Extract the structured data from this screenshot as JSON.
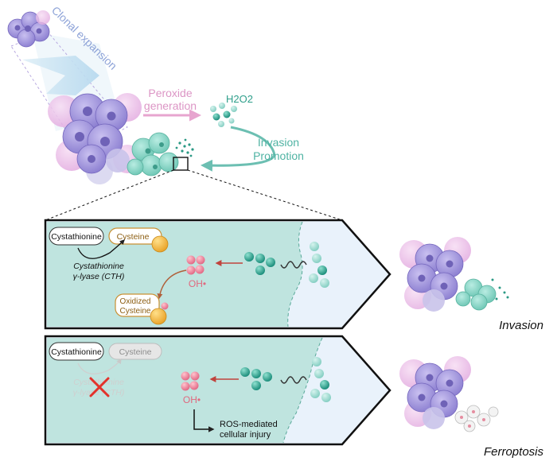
{
  "labels": {
    "clonal_expansion": "Clonal expansion",
    "peroxide_line1": "Peroxide",
    "peroxide_line2": "generation",
    "h2o2": "H2O2",
    "invasion_line1": "Invasion",
    "invasion_line2": "Promotion",
    "invasion": "Invasion",
    "ferroptosis": "Ferroptosis"
  },
  "panel_top": {
    "cystathionine": "Cystathionine",
    "cysteine": "Cysteine",
    "enzyme_line1": "Cystathionine",
    "enzyme_line2": "γ-lyase (CTH)",
    "oh": "OH•",
    "oxidized_line1": "Oxidized",
    "oxidized_line2": "Cysteine"
  },
  "panel_bottom": {
    "cystathionine": "Cystathionine",
    "cysteine": "Cysteine",
    "enzyme_line1": "Cystathionine",
    "enzyme_line2": "γ-lyase (CTH)",
    "oh": "OH•",
    "injury_line1": "ROS-mediated",
    "injury_line2": "cellular injury"
  },
  "colors": {
    "purple_cell": "#9b8fd8",
    "pink_cell": "#e6b6e3",
    "teal_cell": "#7ecfbf",
    "teal_dark": "#1f8e7d",
    "panel_fill": "#bfe4df",
    "panel_light": "#e9f2fb",
    "cysteine_orange": "#f2b541",
    "oh_pink": "#ef8fa4",
    "arrow_pink": "#e7a5cf",
    "arrow_teal": "#6cbfb2",
    "arrow_red": "#c0433d",
    "inhibit_red": "#e3322b"
  }
}
